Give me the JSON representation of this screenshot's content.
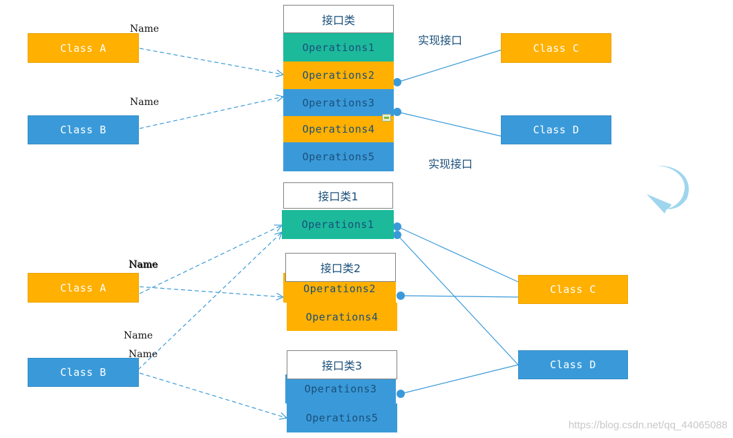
{
  "labels": {
    "class_a": "Class A",
    "class_b": "Class B",
    "class_c": "Class C",
    "class_d": "Class D",
    "name": "Name",
    "implements": "实现接口",
    "op1": "Operations1",
    "op2": "Operations2",
    "op3": "Operations3",
    "op4": "Operations4",
    "op5": "Operations5"
  },
  "top": {
    "interface_title": "接口类"
  },
  "bottom": {
    "interface1_title": "接口类1",
    "interface2_title": "接口类2",
    "interface3_title": "接口类3"
  },
  "colors": {
    "orange": "#ffb000",
    "blue": "#3a9ad9",
    "teal": "#1cba9b",
    "arrow": "#9fd6ee"
  },
  "watermark": "https://blog.csdn.net/qq_44065088"
}
